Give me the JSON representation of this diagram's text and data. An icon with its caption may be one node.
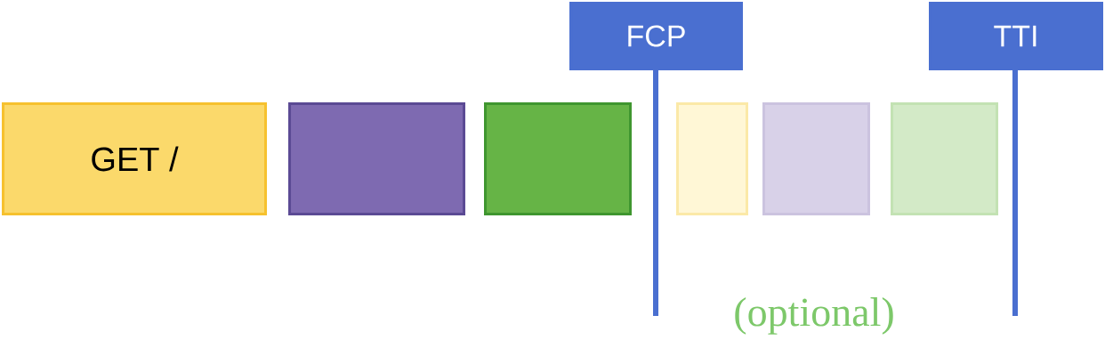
{
  "diagram": {
    "nodes": [
      {
        "text": [
          "GET /"
        ]
      },
      {
        "text": [],
        "shape": "box"
      },
      {
        "text": [],
        "shape": "box"
      },
      {
        "text": [],
        "shape": "box"
      },
      {
        "text": [],
        "shape": "box"
      },
      {
        "text": [],
        "shape": "box"
      },
      {
        "text": [
          "FCP"
        ]
      },
      {
        "text": [
          "TTI"
        ]
      }
    ],
    "edges": [],
    "labels": [
      "(optional)"
    ]
  }
}
